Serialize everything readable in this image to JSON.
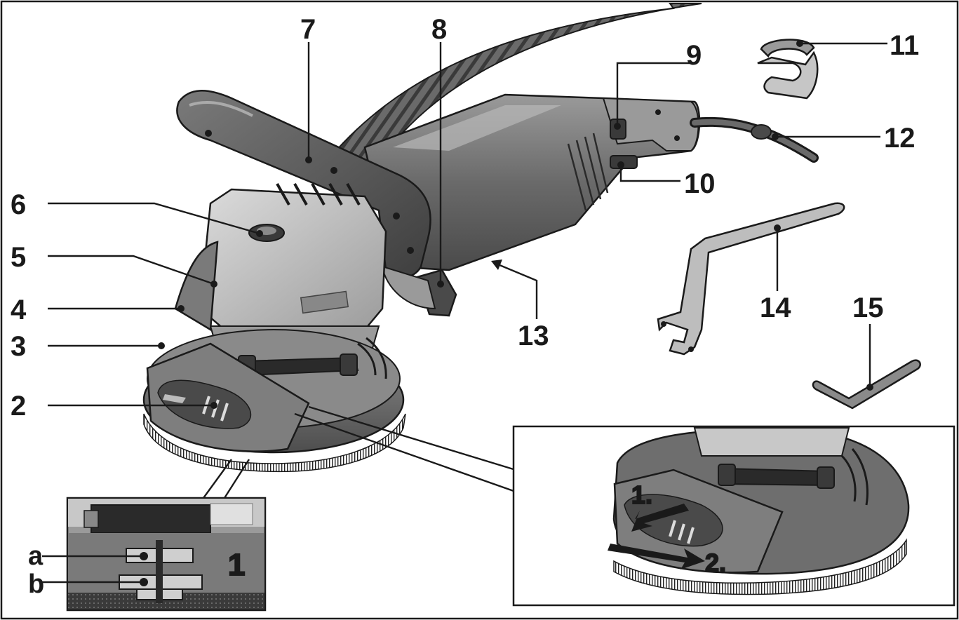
{
  "colors": {
    "ink": "#1a1a1a",
    "body_dark": "#5a5a5a",
    "body_mid": "#8c8c8c",
    "body_light": "#c8c8c8",
    "highlight": "#e6e6e6",
    "guard": "#6e6e6e",
    "brush": "#2a2a2a"
  },
  "callouts": {
    "c2": "2",
    "c3": "3",
    "c4": "4",
    "c5": "5",
    "c6": "6",
    "c7": "7",
    "c8": "8",
    "c9": "9",
    "c10": "10",
    "c11": "11",
    "c12": "12",
    "c13": "13",
    "c14": "14",
    "c15": "15"
  },
  "detail_left": {
    "a": "a",
    "b": "b",
    "step": "1"
  },
  "detail_right": {
    "step1": "1.",
    "step2": "2."
  }
}
